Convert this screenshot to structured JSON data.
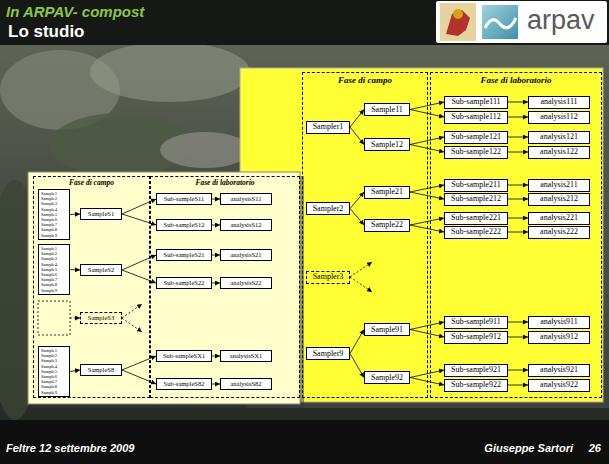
{
  "diagram": {
    "title": "In ARPAV- compost",
    "nodes": [
      {
        "text": [
          "Fase di campo"
        ]
      },
      {
        "text": [
          "Fase di laboratorio"
        ]
      },
      {
        "text": [
          "Sampler1"
        ],
        "in": 0
      },
      {
        "text": [
          "Sample11"
        ],
        "in": 0
      },
      {
        "text": [
          "Sample12"
        ],
        "in": 0
      },
      {
        "text": [
          "Sampler2"
        ],
        "in": 0
      },
      {
        "text": [
          "Sample21"
        ],
        "in": 0
      },
      {
        "text": [
          "Sample22"
        ],
        "in": 0
      },
      {
        "text": [
          "Sampler3"
        ],
        "in": 0
      },
      {
        "text": [
          "Sampler9"
        ],
        "in": 0
      },
      {
        "text": [
          "Sample91"
        ],
        "in": 0
      },
      {
        "text": [
          "Sample92"
        ],
        "in": 0
      },
      {
        "text": [
          "Sub-sample111"
        ],
        "in": 1
      },
      {
        "text": [
          "Sub-sample112"
        ],
        "in": 1
      },
      {
        "text": [
          "Sub-sample121"
        ],
        "in": 1
      },
      {
        "text": [
          "Sub-sample122"
        ],
        "in": 1
      },
      {
        "text": [
          "Sub-sample211"
        ],
        "in": 1
      },
      {
        "text": [
          "Sub-sample212"
        ],
        "in": 1
      },
      {
        "text": [
          "Sub-sample221"
        ],
        "in": 1
      },
      {
        "text": [
          "Sub-sample222"
        ],
        "in": 1
      },
      {
        "text": [
          "Sub-sample911"
        ],
        "in": 1
      },
      {
        "text": [
          "Sub-sample912"
        ],
        "in": 1
      },
      {
        "text": [
          "Sub-sample921"
        ],
        "in": 1
      },
      {
        "text": [
          "Sub-sample922"
        ],
        "in": 1
      },
      {
        "text": [
          "analysis111"
        ],
        "in": 1
      },
      {
        "text": [
          "analysis112"
        ],
        "in": 1
      },
      {
        "text": [
          "analysis121"
        ],
        "in": 1
      },
      {
        "text": [
          "analysis122"
        ],
        "in": 1
      },
      {
        "text": [
          "analysis211"
        ],
        "in": 1
      },
      {
        "text": [
          "analysis212"
        ],
        "in": 1
      },
      {
        "text": [
          "analysis221"
        ],
        "in": 1
      },
      {
        "text": [
          "analysis222"
        ],
        "in": 1
      },
      {
        "text": [
          "analysis911"
        ],
        "in": 1
      },
      {
        "text": [
          "analysis912"
        ],
        "in": 1
      },
      {
        "text": [
          "analysis921"
        ],
        "in": 1
      },
      {
        "text": [
          "analysis922"
        ],
        "in": 1
      },
      {
        "text": [
          "Fase di campo"
        ]
      },
      {
        "text": [
          "Fase di laboratorio"
        ]
      },
      {
        "text": [
          "Sample1",
          "Sample2",
          "Sample3",
          "Sample4",
          "Sample5",
          "Sample6",
          "Sample7",
          "Sample8",
          "Sample9"
        ],
        "in": 36
      },
      {
        "text": [
          "SampleS1"
        ],
        "in": 36
      },
      {
        "text": [
          "Sample1",
          "Sample2",
          "Sample3",
          "Sample4",
          "Sample5",
          "Sample6",
          "Sample7",
          "Sample8",
          "Sample9"
        ],
        "in": 36
      },
      {
        "text": [
          "SampleS2"
        ],
        "in": 36
      },
      {
        "text": [
          "SampleS3"
        ],
        "in": 36
      },
      {
        "text": [
          "Sample1",
          "Sample2",
          "Sample3",
          "Sample4",
          "Sample5",
          "Sample6",
          "Sample7",
          "Sample8",
          "Sample9"
        ],
        "in": 36
      },
      {
        "text": [
          "SampleS8"
        ],
        "in": 36
      },
      {
        "text": [
          "Sub-sampleS11"
        ],
        "in": 37
      },
      {
        "text": [
          "Sub-sampleS12"
        ],
        "in": 37
      },
      {
        "text": [
          "Sub-sampleS21"
        ],
        "in": 37
      },
      {
        "text": [
          "Sub-sampleS22"
        ],
        "in": 37
      },
      {
        "text": [
          "Sub-sampleSX1"
        ],
        "in": 37
      },
      {
        "text": [
          "Sub-sampleS82"
        ],
        "in": 37
      },
      {
        "text": [
          "analysisS11"
        ],
        "in": 37
      },
      {
        "text": [
          "analysisS12"
        ],
        "in": 37
      },
      {
        "text": [
          "analysisS21"
        ],
        "in": 37
      },
      {
        "text": [
          "analysisS22"
        ],
        "in": 37
      },
      {
        "text": [
          "analysisSX1"
        ],
        "in": 37
      },
      {
        "text": [
          "analysisS82"
        ],
        "in": 37
      }
    ],
    "edges": [
      {
        "from": 2,
        "to": 3,
        "arrow": "to"
      },
      {
        "from": 2,
        "to": 4,
        "arrow": "to"
      },
      {
        "from": 3,
        "to": 12,
        "arrow": "to"
      },
      {
        "from": 3,
        "to": 13,
        "arrow": "to"
      },
      {
        "from": 4,
        "to": 14,
        "arrow": "to"
      },
      {
        "from": 4,
        "to": 15,
        "arrow": "to"
      },
      {
        "from": 5,
        "to": 6,
        "arrow": "to"
      },
      {
        "from": 5,
        "to": 7,
        "arrow": "to"
      },
      {
        "from": 6,
        "to": 16,
        "arrow": "to"
      },
      {
        "from": 6,
        "to": 17,
        "arrow": "to"
      },
      {
        "from": 7,
        "to": 18,
        "arrow": "to"
      },
      {
        "from": 7,
        "to": 19,
        "arrow": "to"
      },
      {
        "from": 9,
        "to": 10,
        "arrow": "to"
      },
      {
        "from": 9,
        "to": 11,
        "arrow": "to"
      },
      {
        "from": 10,
        "to": 20,
        "arrow": "to"
      },
      {
        "from": 10,
        "to": 21,
        "arrow": "to"
      },
      {
        "from": 11,
        "to": 22,
        "arrow": "to"
      },
      {
        "from": 11,
        "to": 23,
        "arrow": "to"
      },
      {
        "from": 12,
        "to": 24,
        "arrow": "to"
      },
      {
        "from": 13,
        "to": 25,
        "arrow": "to"
      },
      {
        "from": 14,
        "to": 26,
        "arrow": "to"
      },
      {
        "from": 15,
        "to": 27,
        "arrow": "to"
      },
      {
        "from": 16,
        "to": 28,
        "arrow": "to"
      },
      {
        "from": 17,
        "to": 29,
        "arrow": "to"
      },
      {
        "from": 18,
        "to": 30,
        "arrow": "to"
      },
      {
        "from": 19,
        "to": 31,
        "arrow": "to"
      },
      {
        "from": 20,
        "to": 32,
        "arrow": "to"
      },
      {
        "from": 21,
        "to": 33,
        "arrow": "to"
      },
      {
        "from": 22,
        "to": 34,
        "arrow": "to"
      },
      {
        "from": 23,
        "to": 35,
        "arrow": "to"
      },
      {
        "from": 38,
        "to": 39,
        "arrow": "to"
      },
      {
        "from": 39,
        "to": 45,
        "arrow": "to"
      },
      {
        "from": 39,
        "to": 46,
        "arrow": "to"
      },
      {
        "from": 40,
        "to": 41,
        "arrow": "to"
      },
      {
        "from": 41,
        "to": 47,
        "arrow": "to"
      },
      {
        "from": 41,
        "to": 48,
        "arrow": "to"
      },
      {
        "from": 43,
        "to": 44,
        "arrow": "to"
      },
      {
        "from": 44,
        "to": 49,
        "arrow": "to"
      },
      {
        "from": 44,
        "to": 50,
        "arrow": "to"
      },
      {
        "from": 45,
        "to": 51,
        "arrow": "to"
      },
      {
        "from": 46,
        "to": 52,
        "arrow": "to"
      },
      {
        "from": 47,
        "to": 53,
        "arrow": "to"
      },
      {
        "from": 48,
        "to": 54,
        "arrow": "to"
      },
      {
        "from": 49,
        "to": 55,
        "arrow": "to"
      },
      {
        "from": 50,
        "to": 56,
        "arrow": "to"
      }
    ],
    "labels": [
      "Lo studio",
      "arpav",
      "Feltre 12 settembre 2009",
      "Giuseppe Sartori",
      "26"
    ]
  }
}
